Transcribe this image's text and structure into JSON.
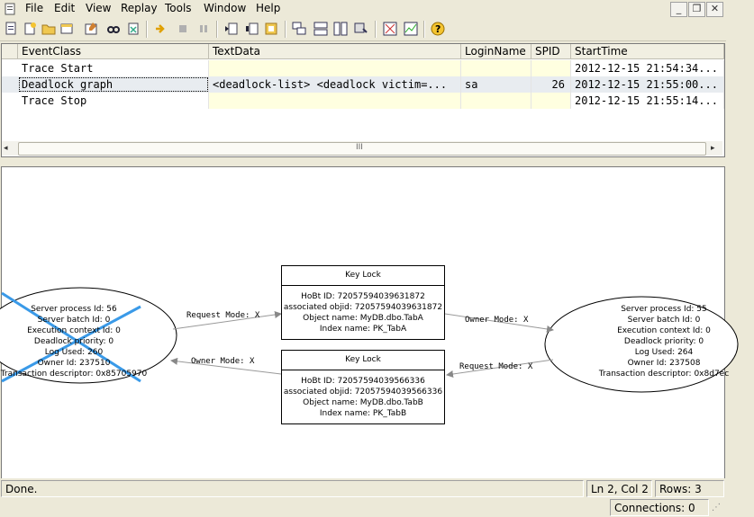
{
  "menu": {
    "items": [
      "File",
      "Edit",
      "View",
      "Replay",
      "Tools",
      "Window",
      "Help"
    ]
  },
  "grid": {
    "columns": [
      "EventClass",
      "TextData",
      "LoginName",
      "SPID",
      "StartTime"
    ],
    "rows": [
      {
        "event": "Trace Start",
        "text": "",
        "login": "",
        "spid": "",
        "start": "2012-12-15 21:54:34..."
      },
      {
        "event": "Deadlock graph",
        "text": "<deadlock-list>   <deadlock victim=...",
        "login": "sa",
        "spid": "26",
        "start": "2012-12-15 21:55:00..."
      },
      {
        "event": "Trace Stop",
        "text": "",
        "login": "",
        "spid": "",
        "start": "2012-12-15 21:55:14..."
      }
    ],
    "scroll_grip": "III"
  },
  "graph": {
    "victim": {
      "lines": [
        "Server process Id: 56",
        "Server batch Id: 0",
        "Execution context Id: 0",
        "Deadlock priority: 0",
        "Log Used: 260",
        "Owner Id: 237510",
        "Transaction descriptor: 0x85705970"
      ]
    },
    "process": {
      "lines": [
        "Server process Id: 55",
        "Server batch Id: 0",
        "Execution context Id: 0",
        "Deadlock priority: 0",
        "Log Used: 264",
        "Owner Id: 237508",
        "Transaction descriptor: 0x8d7ec"
      ]
    },
    "lock_a": {
      "title": "Key Lock",
      "lines": [
        "HoBt ID: 72057594039631872",
        "associated objid: 72057594039631872",
        "Object name: MyDB.dbo.TabA",
        "Index name: PK_TabA"
      ]
    },
    "lock_b": {
      "title": "Key Lock",
      "lines": [
        "HoBt ID: 72057594039566336",
        "associated objid: 72057594039566336",
        "Object name: MyDB.dbo.TabB",
        "Index name: PK_TabB"
      ]
    },
    "edges": {
      "victim_to_a": "Request Mode: X",
      "a_to_process": "Owner Mode: X",
      "b_to_victim": "Owner Mode: X",
      "process_to_b": "Request Mode: X"
    }
  },
  "status": {
    "message": "Done.",
    "position": "Ln 2, Col 2",
    "rows": "Rows: 3",
    "connections": "Connections: 0"
  }
}
